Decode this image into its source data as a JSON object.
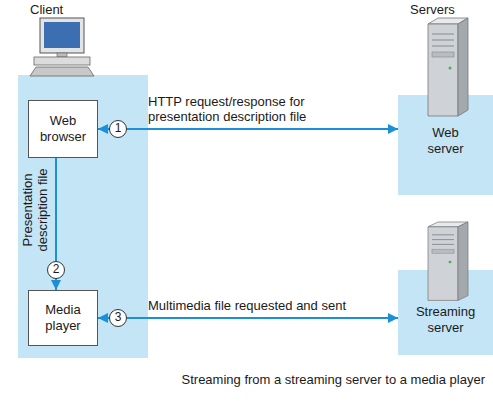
{
  "diagram": {
    "caption": "Streaming from a streaming server to a media player",
    "nodes": [
      {
        "text": [
          "Web browser"
        ]
      },
      {
        "text": [
          "Web server"
        ]
      },
      {
        "text": [
          "Media player"
        ]
      },
      {
        "text": [
          "Streaming server"
        ]
      }
    ],
    "edges": [
      {
        "from": 0,
        "to": 1,
        "arrow": "both",
        "label": "HTTP request/response for presentation description file"
      },
      {
        "from": 0,
        "to": 2,
        "arrow": "to",
        "label": "Presentation description file"
      },
      {
        "from": 2,
        "to": 3,
        "arrow": "both",
        "label": "Multimedia file requested and sent"
      }
    ],
    "labels": [
      "Client",
      "Servers",
      "1",
      "2",
      "3"
    ]
  }
}
